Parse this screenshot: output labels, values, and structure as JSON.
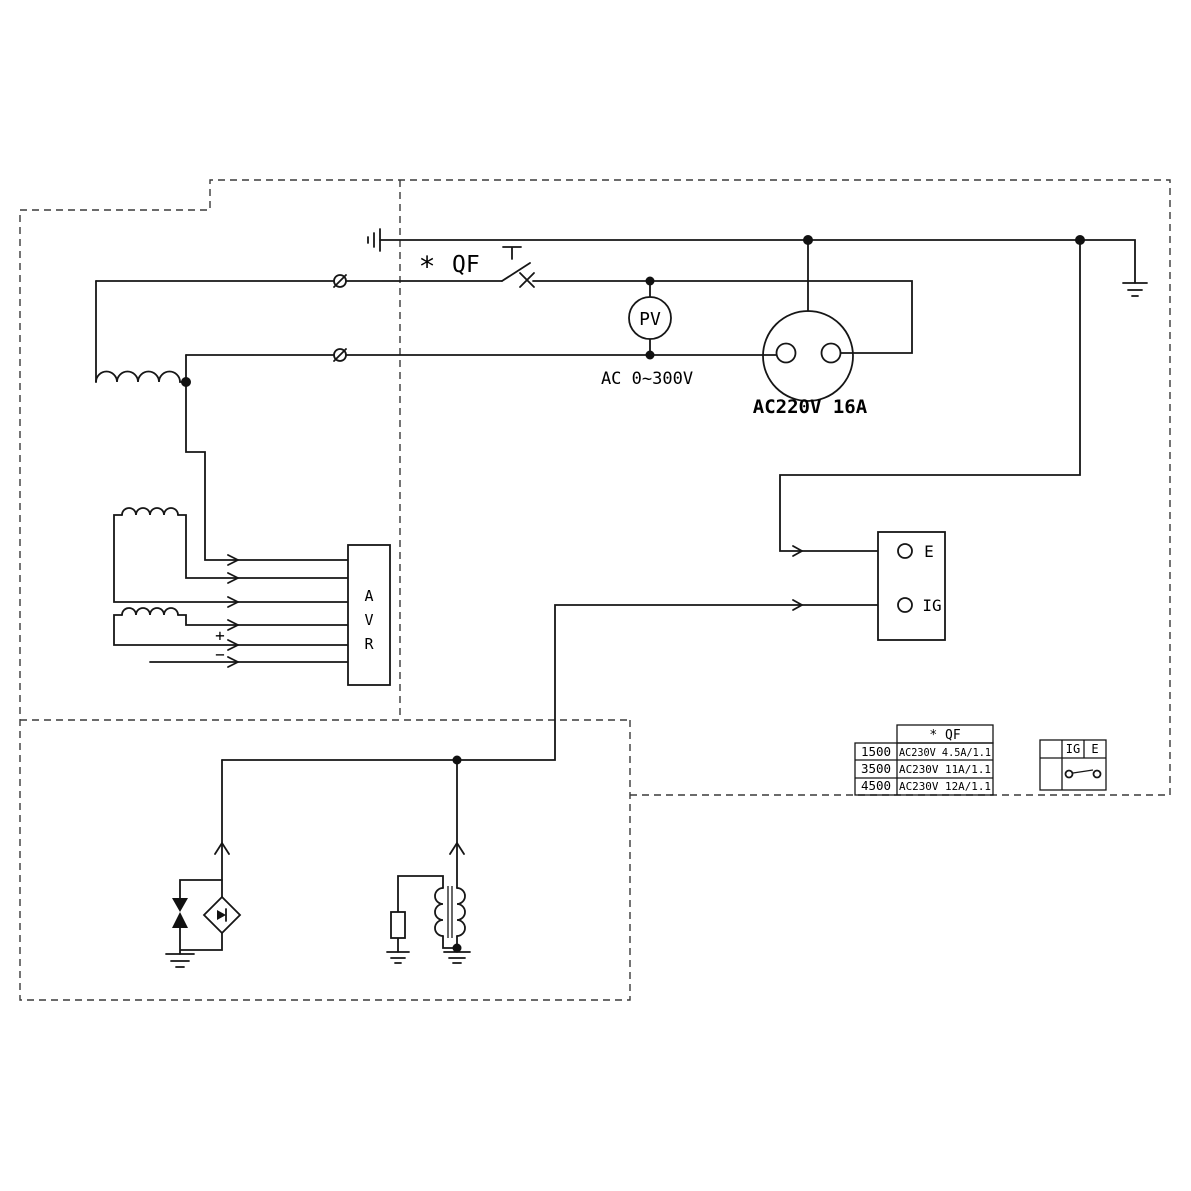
{
  "colors": {
    "ink": "#161616",
    "background": "#ffffff"
  },
  "labels": {
    "breaker_star": "*",
    "breaker": "QF",
    "voltmeter": "PV",
    "voltmeter_range": "AC 0~300V",
    "socket": "AC220V 16A",
    "terminal_e": "E",
    "terminal_ig": "IG",
    "avr_line1": "A",
    "avr_line2": "V",
    "avr_line3": "R",
    "field_plus": "+",
    "field_minus": "−"
  },
  "spec_table": {
    "header": "* QF",
    "rows": [
      {
        "model": "1500",
        "rating": "AC230V 4.5A/1.1"
      },
      {
        "model": "3500",
        "rating": "AC230V 11A/1.1"
      },
      {
        "model": "4500",
        "rating": "AC230V 12A/1.1"
      }
    ]
  },
  "switch_legend": {
    "col_ig": "IG",
    "col_e": "E"
  }
}
